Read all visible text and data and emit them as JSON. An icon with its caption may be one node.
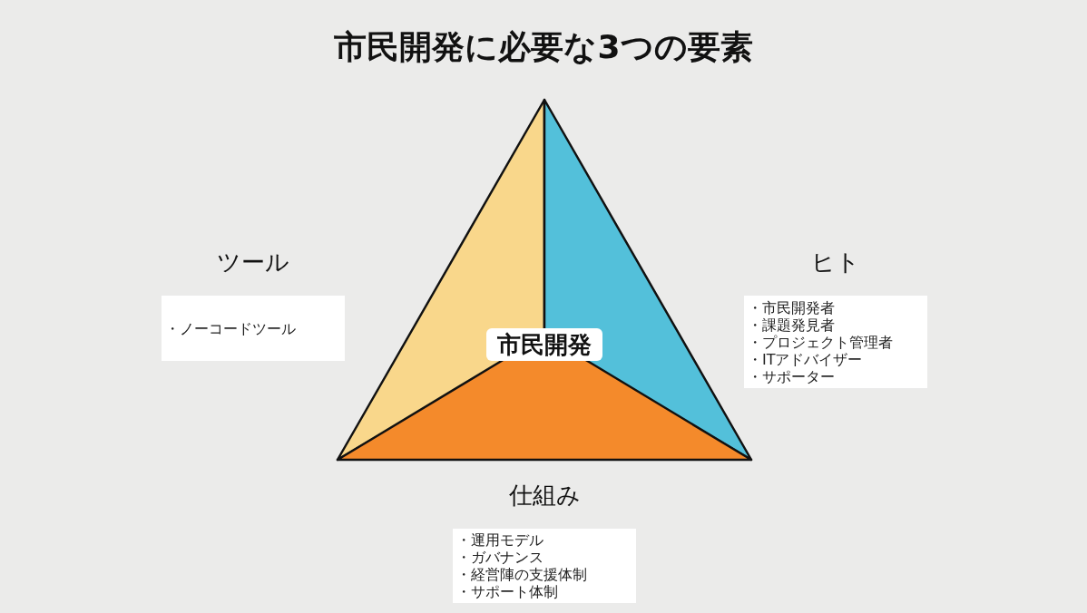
{
  "diagram": {
    "title": "市民開発に必要な3つの要素",
    "nodes": [
      {
        "text": [],
        "shape": "triangle"
      },
      {
        "text": [],
        "shape": "triangle"
      },
      {
        "text": [],
        "shape": "triangle"
      },
      {
        "text": [
          "市民開発"
        ]
      },
      {
        "text": [
          "ツール",
          "・ノーコードツール"
        ]
      },
      {
        "text": [
          "ヒト",
          "・市民開発者",
          "・課題発見者",
          "・プロジェクト管理者",
          "・ITアドバイザー",
          "・サポーター"
        ]
      },
      {
        "text": [
          "仕組み",
          "・運用モデル",
          "・ガバナンス",
          "・経営陣の支援体制",
          "・サポート体制"
        ]
      }
    ]
  }
}
